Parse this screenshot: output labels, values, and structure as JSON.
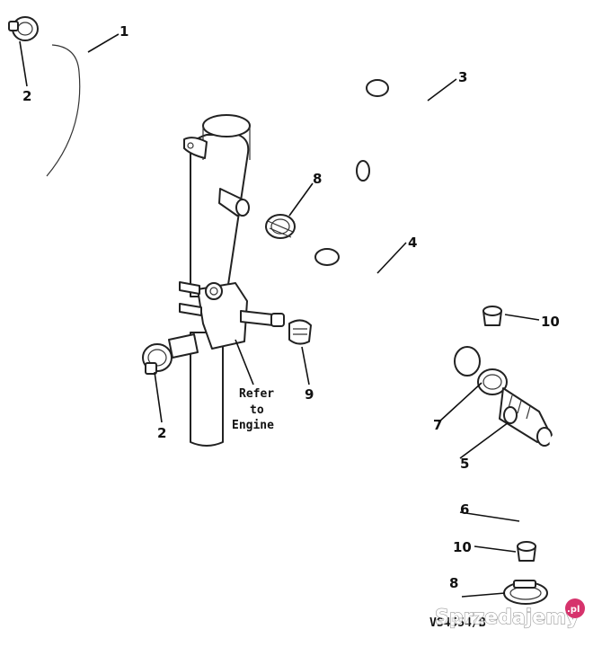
{
  "callouts": {
    "c1": "1",
    "c2a": "2",
    "c2b": "2",
    "c3": "3",
    "c4": "4",
    "c5": "5",
    "c6": "6",
    "c7": "7",
    "c8a": "8",
    "c8b": "8",
    "c9": "9",
    "c10a": "10",
    "c10b": "10"
  },
  "note": {
    "line1": "Refer",
    "line2": "to",
    "line3": "Engine"
  },
  "drawing_ref": "VS4554/B",
  "watermark": {
    "text": "Sprzedajemy",
    "badge": ".pl",
    "badge_color": "#d6336c"
  }
}
